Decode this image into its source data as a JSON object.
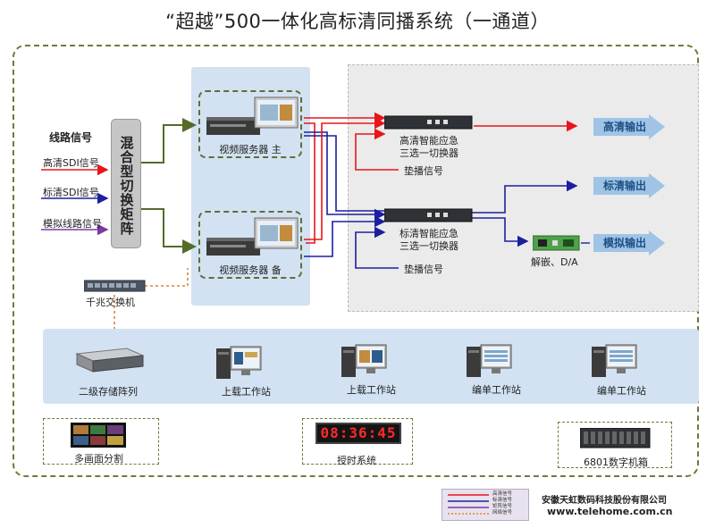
{
  "title": "“超越”500一体化高标清同播系统（一通道）",
  "inputs": {
    "header": "线路信号",
    "hd_sdi": "高清SDI信号",
    "sd_sdi": "标清SDI信号",
    "analog": "模拟线路信号"
  },
  "mixer": "混合型切换矩阵",
  "servers": {
    "main": "视频服务器 主",
    "backup": "视频服务器 备"
  },
  "switch": "千兆交换机",
  "switchers": {
    "top_line1": "高清智能应急",
    "top_line2": "三选一切换器",
    "top_pad": "垫播信号",
    "bottom_line1": "标清智能应急",
    "bottom_line2": "三选一切换器",
    "bottom_pad": "垫播信号"
  },
  "decoder": "解嵌、D/A",
  "outputs": {
    "hd": "高清输出",
    "sd": "标清输出",
    "analog": "模拟输出"
  },
  "workstations": {
    "storage": "二级存储阵列",
    "upload1": "上载工作站",
    "upload2": "上载工作站",
    "edit1": "编单工作站",
    "edit2": "编单工作站"
  },
  "extras": {
    "multiview": "多画面分割",
    "clock": "授时系统",
    "clock_display": "08:36:45",
    "chassis": "6801数字机箱"
  },
  "legend": {
    "hd": "高清信号",
    "sd": "标清信号",
    "matrix": "矩阵信号",
    "network": "网络信号"
  },
  "company": {
    "name": "安徽天虹数码科技股份有限公司",
    "url": "www.telehome.com.cn"
  },
  "colors": {
    "hd": "#e8151b",
    "sd": "#1c1f9e",
    "matrix": "#566b2a",
    "network": "#d9863a",
    "arrow_fill": "#9fc4e6"
  }
}
